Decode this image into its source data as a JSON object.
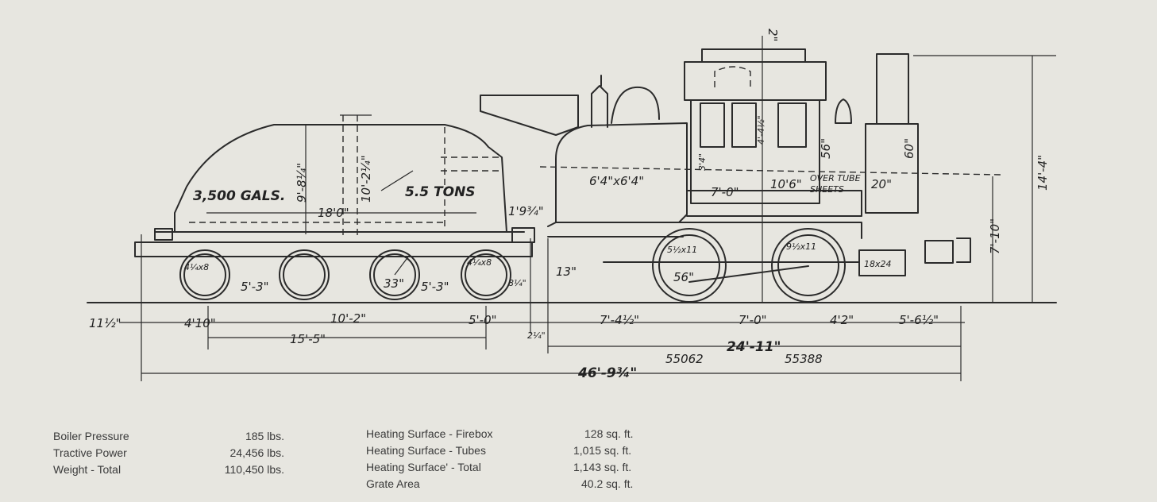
{
  "diagram": {
    "tender_labels": {
      "water_capacity": "3,500 GALS.",
      "coal_capacity": "5.5 TONS",
      "tank_length": "18'0\"",
      "height_tank": "9'-8¼\"",
      "height_top": "10'-2¼\"",
      "tender_wheels_front": "4¼x8",
      "tender_wheels_rear": "4¼x8",
      "wheel_dia": "33\"",
      "truck_spacing_a": "5'-3\"",
      "truck_spacing_b": "5'-3\"",
      "gap": "1'9¾\"",
      "coupler_height": "13\"",
      "small_a": "8¼\""
    },
    "engine_labels": {
      "firebox": "6'4\"x6'4\"",
      "cab_dim": "7'-0\"",
      "tube_length": "10'6\"",
      "tube_note_1": "OVER TUBE",
      "tube_note_2": "SHEETS",
      "smokebox": "20\"",
      "stack": "60\"",
      "dome": "56\"",
      "cab_window": "4'-4½\"",
      "cab_side": "3'4\"",
      "driver_axle_1": "5½x11",
      "driver_axle_2": "9½x11",
      "driver_dia": "56\"",
      "cylinder": "18x24",
      "top_clear": "2\"",
      "total_height": "14'-4\"",
      "boiler_center": "7'-10\""
    },
    "bottom_dims": {
      "rail_height": "11½\"",
      "d1": "4'10\"",
      "d2": "10'-2\"",
      "d3": "5'-0\"",
      "d4": "2¼\"",
      "d5": "7'-4½\"",
      "d6": "7'-0\"",
      "d7": "4'2\"",
      "d8": "5'-6½\"",
      "tender_wheelbase": "15'-5\"",
      "engine_wheelbase": "24'-11\"",
      "overall": "46'-9¾\"",
      "id_left": "55062",
      "id_right": "55388"
    }
  },
  "specs": {
    "left": [
      {
        "label": "Boiler Pressure",
        "value": "185 lbs."
      },
      {
        "label": "Tractive Power",
        "value": "24,456 lbs."
      },
      {
        "label": "Weight - Total",
        "value": "110,450 lbs."
      }
    ],
    "right": [
      {
        "label": "Heating Surface - Firebox",
        "value": "128 sq. ft."
      },
      {
        "label": "Heating Surface - Tubes",
        "value": "1,015 sq. ft."
      },
      {
        "label": "Heating Surface' - Total",
        "value": "1,143 sq. ft."
      },
      {
        "label": "Grate Area",
        "value": "40.2 sq. ft."
      }
    ]
  }
}
